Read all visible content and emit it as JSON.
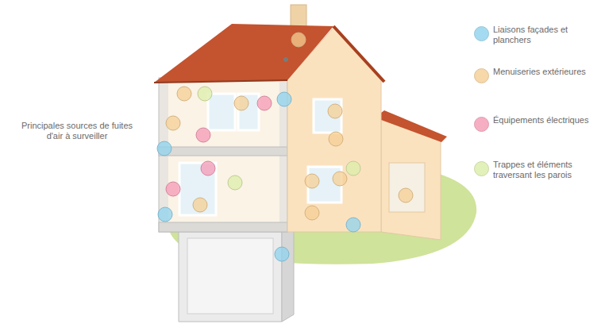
{
  "diagram": {
    "labels": [
      "Principales sources de fuites d'air à surveiller"
    ],
    "legend": [
      {
        "text": "Liaisons façades et planchers",
        "color": "#8fd3ee"
      },
      {
        "text": "Menuiseries extérieures",
        "color": "#f5cf94"
      },
      {
        "text": "Équipements électriques",
        "color": "#f59ab5"
      },
      {
        "text": "Trappes et éléments traversant les parois",
        "color": "#dcedaa"
      }
    ]
  }
}
